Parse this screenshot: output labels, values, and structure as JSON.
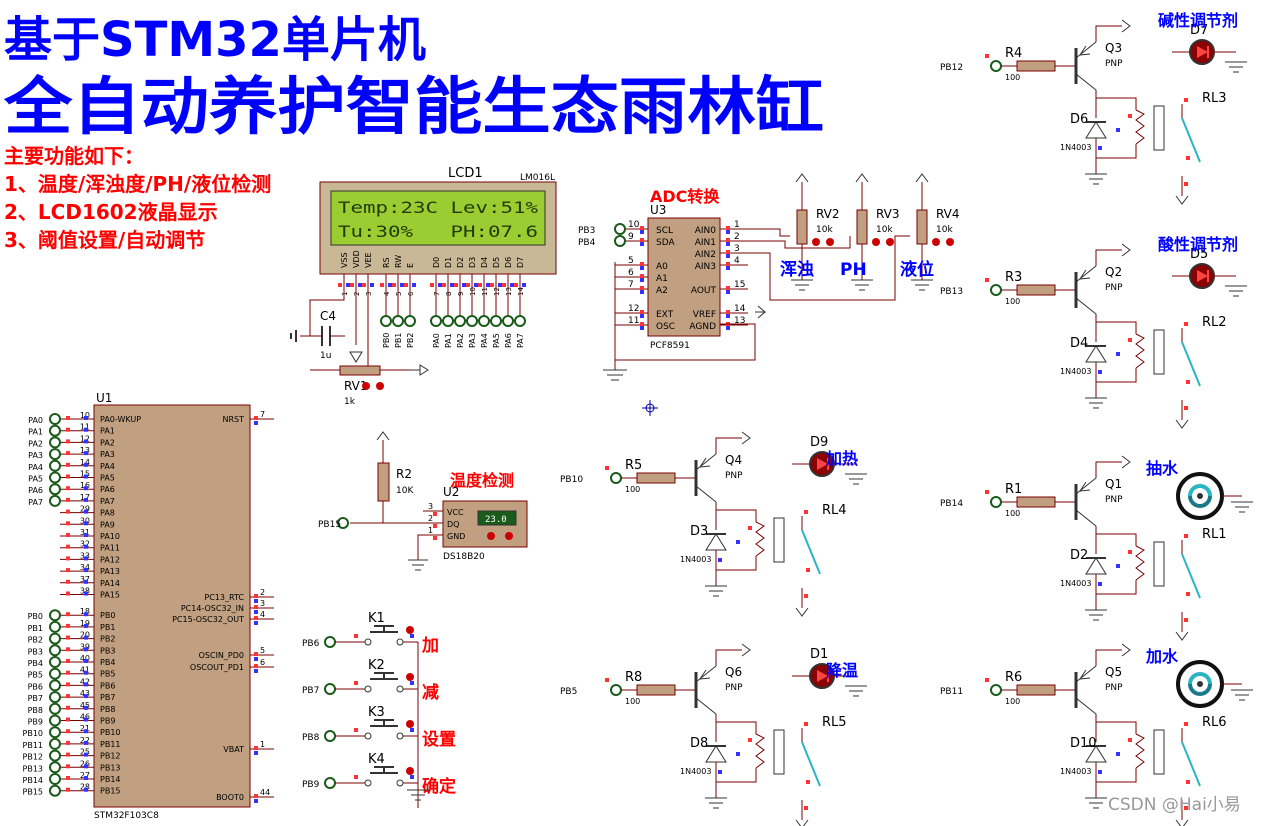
{
  "title": {
    "line1": "基于STM32单片机",
    "line2": "全自动养护智能生态雨林缸",
    "color": "#0000ff"
  },
  "features": {
    "heading": "主要功能如下：",
    "item1": "1、温度/浑浊度/PH/液位检测",
    "item2": "2、LCD1602液晶显示",
    "item3": "3、阈值设置/自动调节",
    "color": "#ff0000"
  },
  "lcd": {
    "ref": "LCD1",
    "model": "LM016L",
    "row1": "Temp:23C Lev:51%",
    "row2": "Tu:30%   PH:07.6",
    "pin_names": [
      "VSS",
      "VDD",
      "VEE",
      "RS",
      "RW",
      "E",
      "D0",
      "D1",
      "D2",
      "D3",
      "D4",
      "D5",
      "D6",
      "D7"
    ],
    "pin_nums": [
      "1",
      "2",
      "3",
      "4",
      "5",
      "6",
      "7",
      "8",
      "9",
      "10",
      "11",
      "12",
      "13",
      "14"
    ],
    "bus_labels": [
      "PB0",
      "PB1",
      "PB2",
      "PA0",
      "PA1",
      "PA2",
      "PA3",
      "PA4",
      "PA5",
      "PA6",
      "PA7"
    ]
  },
  "contrast": {
    "cap_ref": "C4",
    "cap_val": "1u",
    "pot_ref": "RV1",
    "pot_val": "1k"
  },
  "adc": {
    "caption": "ADC转换",
    "ref": "U3",
    "model": "PCF8591",
    "left_pins": [
      {
        "num": "10",
        "name": "SCL",
        "net": "PB3"
      },
      {
        "num": "9",
        "name": "SDA",
        "net": "PB4"
      },
      {
        "num": "5",
        "name": "A0",
        "net": ""
      },
      {
        "num": "6",
        "name": "A1",
        "net": ""
      },
      {
        "num": "7",
        "name": "A2",
        "net": ""
      },
      {
        "num": "12",
        "name": "EXT",
        "net": ""
      },
      {
        "num": "11",
        "name": "OSC",
        "net": ""
      }
    ],
    "right_pins": [
      {
        "num": "1",
        "name": "AIN0"
      },
      {
        "num": "2",
        "name": "AIN1"
      },
      {
        "num": "3",
        "name": "AIN2"
      },
      {
        "num": "4",
        "name": "AIN3"
      },
      {
        "num": "15",
        "name": "AOUT"
      },
      {
        "num": "14",
        "name": "VREF"
      },
      {
        "num": "13",
        "name": "AGND"
      }
    ]
  },
  "sensors": [
    {
      "ref": "RV2",
      "val": "10k",
      "label": "浑浊"
    },
    {
      "ref": "RV3",
      "val": "10k",
      "label": "PH"
    },
    {
      "ref": "RV4",
      "val": "10k",
      "label": "液位"
    }
  ],
  "mcu": {
    "ref": "U1",
    "model": "STM32F103C8",
    "left_pins": [
      {
        "net": "PA0",
        "num": "10",
        "name": "PA0-WKUP"
      },
      {
        "net": "PA1",
        "num": "11",
        "name": "PA1"
      },
      {
        "net": "PA2",
        "num": "12",
        "name": "PA2"
      },
      {
        "net": "PA3",
        "num": "13",
        "name": "PA3"
      },
      {
        "net": "PA4",
        "num": "14",
        "name": "PA4"
      },
      {
        "net": "PA5",
        "num": "15",
        "name": "PA5"
      },
      {
        "net": "PA6",
        "num": "16",
        "name": "PA6"
      },
      {
        "net": "PA7",
        "num": "17",
        "name": "PA7"
      },
      {
        "net": "",
        "num": "29",
        "name": "PA8"
      },
      {
        "net": "",
        "num": "30",
        "name": "PA9"
      },
      {
        "net": "",
        "num": "31",
        "name": "PA10"
      },
      {
        "net": "",
        "num": "32",
        "name": "PA11"
      },
      {
        "net": "",
        "num": "33",
        "name": "PA12"
      },
      {
        "net": "",
        "num": "34",
        "name": "PA13"
      },
      {
        "net": "",
        "num": "37",
        "name": "PA14"
      },
      {
        "net": "",
        "num": "38",
        "name": "PA15"
      },
      {
        "net": "PB0",
        "num": "18",
        "name": "PB0"
      },
      {
        "net": "PB1",
        "num": "19",
        "name": "PB1"
      },
      {
        "net": "PB2",
        "num": "20",
        "name": "PB2"
      },
      {
        "net": "PB3",
        "num": "39",
        "name": "PB3"
      },
      {
        "net": "PB4",
        "num": "40",
        "name": "PB4"
      },
      {
        "net": "PB5",
        "num": "41",
        "name": "PB5"
      },
      {
        "net": "PB6",
        "num": "42",
        "name": "PB6"
      },
      {
        "net": "PB7",
        "num": "43",
        "name": "PB7"
      },
      {
        "net": "PB8",
        "num": "45",
        "name": "PB8"
      },
      {
        "net": "PB9",
        "num": "46",
        "name": "PB9"
      },
      {
        "net": "PB10",
        "num": "21",
        "name": "PB10"
      },
      {
        "net": "PB11",
        "num": "22",
        "name": "PB11"
      },
      {
        "net": "PB12",
        "num": "25",
        "name": "PB12"
      },
      {
        "net": "PB13",
        "num": "26",
        "name": "PB13"
      },
      {
        "net": "PB14",
        "num": "27",
        "name": "PB14"
      },
      {
        "net": "PB15",
        "num": "28",
        "name": "PB15"
      }
    ],
    "right_pins": [
      {
        "num": "7",
        "name": "NRST"
      },
      {
        "num": "2",
        "name": "PC13_RTC"
      },
      {
        "num": "3",
        "name": "PC14-OSC32_IN"
      },
      {
        "num": "4",
        "name": "PC15-OSC32_OUT"
      },
      {
        "num": "5",
        "name": "OSCIN_PD0"
      },
      {
        "num": "6",
        "name": "OSCOUT_PD1"
      },
      {
        "num": "1",
        "name": "VBAT"
      },
      {
        "num": "44",
        "name": "BOOT0"
      }
    ]
  },
  "temp": {
    "caption": "温度检测",
    "ref": "U2",
    "model": "DS18B20",
    "reading": "23.0",
    "r_ref": "R2",
    "r_val": "10K",
    "net": "PB15",
    "pins": [
      {
        "num": "3",
        "name": "VCC"
      },
      {
        "num": "2",
        "name": "DQ"
      },
      {
        "num": "1",
        "name": "GND"
      }
    ]
  },
  "keys": [
    {
      "ref": "K1",
      "net": "PB6",
      "label": "加"
    },
    {
      "ref": "K2",
      "net": "PB7",
      "label": "减"
    },
    {
      "ref": "K3",
      "net": "PB8",
      "label": "设置"
    },
    {
      "ref": "K4",
      "net": "PB9",
      "label": "确定"
    }
  ],
  "drivers": [
    {
      "id": "alkali",
      "net": "PB12",
      "r": "R4",
      "rv": "100",
      "q": "Q3",
      "qt": "PNP",
      "d": "D6",
      "dm": "1N4003",
      "rl": "RL3",
      "load": "D7",
      "load_kind": "led",
      "label": "碱性调节剂",
      "label_color": "#0000ff"
    },
    {
      "id": "acid",
      "net": "PB13",
      "r": "R3",
      "rv": "100",
      "q": "Q2",
      "qt": "PNP",
      "d": "D4",
      "dm": "1N4003",
      "rl": "RL2",
      "load": "D5",
      "load_kind": "led",
      "label": "酸性调节剂",
      "label_color": "#0000ff"
    },
    {
      "id": "heat",
      "net": "PB10",
      "r": "R5",
      "rv": "100",
      "q": "Q4",
      "qt": "PNP",
      "d": "D3",
      "dm": "1N4003",
      "rl": "RL4",
      "load": "D9",
      "load_kind": "led",
      "label": "加热",
      "label_color": "#0000ff"
    },
    {
      "id": "pump-out",
      "net": "PB14",
      "r": "R1",
      "rv": "100",
      "q": "Q1",
      "qt": "PNP",
      "d": "D2",
      "dm": "1N4003",
      "rl": "RL1",
      "load": "",
      "load_kind": "motor",
      "label": "抽水",
      "label_color": "#0000ff"
    },
    {
      "id": "cool",
      "net": "PB5",
      "r": "R8",
      "rv": "100",
      "q": "Q6",
      "qt": "PNP",
      "d": "D8",
      "dm": "1N4003",
      "rl": "RL5",
      "load": "D1",
      "load_kind": "fan",
      "label": "降温",
      "label_color": "#0000ff"
    },
    {
      "id": "pump-in",
      "net": "PB11",
      "r": "R6",
      "rv": "100",
      "q": "Q5",
      "qt": "PNP",
      "d": "D10",
      "dm": "1N4003",
      "rl": "RL6",
      "load": "",
      "load_kind": "motor",
      "label": "加水",
      "label_color": "#0000ff"
    }
  ],
  "watermark": "CSDN @Hai小易",
  "colors": {
    "wire": "#7a0000",
    "body": "#c0a080",
    "pin_red": "#ff3333",
    "pin_blue": "#3333ff",
    "lcd_bg": "#9acd32",
    "lcd_text": "#1e3d0a",
    "caption_red": "#ff0000"
  }
}
